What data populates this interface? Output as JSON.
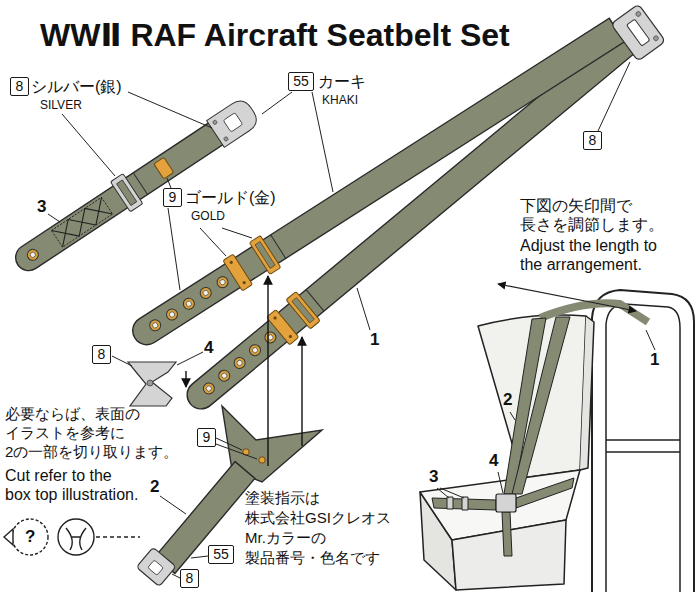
{
  "diagram": {
    "title": "WWⅡ RAF Aircraft Seatbelt Set",
    "nodes": [
      {
        "text": [
          "8"
        ]
      },
      {
        "text": [
          "55"
        ]
      },
      {
        "text": [
          "8"
        ]
      },
      {
        "text": [
          "9"
        ]
      },
      {
        "text": [
          "8"
        ]
      },
      {
        "text": [
          "9"
        ]
      },
      {
        "text": [
          "55"
        ]
      },
      {
        "text": [
          "8"
        ]
      }
    ],
    "labels": [
      "シルバー(銀)",
      "SILVER",
      "カーキ",
      "KHAKI",
      "3",
      "ゴールド(金)",
      "GOLD",
      "下図の矢印間で 長さを調節します。",
      "Adjust the length to the arrangement.",
      "1",
      "4",
      "1",
      "必要ならば、表面の イラストを参考に 2の一部を切り取ります。",
      "2",
      "2",
      "3",
      "4",
      "Cut refer to the box top illustration.",
      "塗装指示は 株式会社GSIクレオス Mr.カラーの 製品番号・色名です",
      "?"
    ]
  }
}
